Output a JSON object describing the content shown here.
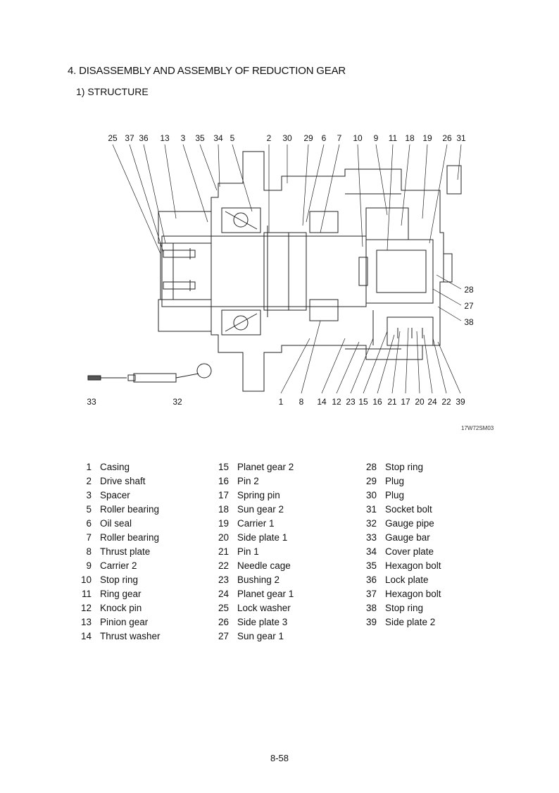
{
  "header": {
    "title": "4. DISASSEMBLY AND ASSEMBLY OF REDUCTION GEAR",
    "subtitle": "1) STRUCTURE"
  },
  "diagram": {
    "drawing_code": "17W72SM03",
    "top_callouts": [
      "25",
      "37",
      "36",
      "13",
      "3",
      "35",
      "34",
      "5",
      "2",
      "30",
      "29",
      "6",
      "7",
      "10",
      "9",
      "11",
      "18",
      "19",
      "26",
      "31"
    ],
    "right_callouts": [
      "28",
      "27",
      "38"
    ],
    "bottom_callouts": [
      "33",
      "32",
      "1",
      "8",
      "14",
      "12",
      "23",
      "15",
      "16",
      "21",
      "17",
      "20",
      "24",
      "22",
      "39"
    ]
  },
  "parts": {
    "col1": [
      {
        "num": "1",
        "name": "Casing"
      },
      {
        "num": "2",
        "name": "Drive shaft"
      },
      {
        "num": "3",
        "name": "Spacer"
      },
      {
        "num": "5",
        "name": "Roller bearing"
      },
      {
        "num": "6",
        "name": "Oil seal"
      },
      {
        "num": "7",
        "name": "Roller bearing"
      },
      {
        "num": "8",
        "name": "Thrust plate"
      },
      {
        "num": "9",
        "name": "Carrier 2"
      },
      {
        "num": "10",
        "name": "Stop ring"
      },
      {
        "num": "11",
        "name": "Ring gear"
      },
      {
        "num": "12",
        "name": "Knock pin"
      },
      {
        "num": "13",
        "name": "Pinion gear"
      },
      {
        "num": "14",
        "name": "Thrust washer"
      }
    ],
    "col2": [
      {
        "num": "15",
        "name": "Planet gear 2"
      },
      {
        "num": "16",
        "name": "Pin 2"
      },
      {
        "num": "17",
        "name": "Spring pin"
      },
      {
        "num": "18",
        "name": "Sun gear 2"
      },
      {
        "num": "19",
        "name": "Carrier 1"
      },
      {
        "num": "20",
        "name": "Side plate 1"
      },
      {
        "num": "21",
        "name": "Pin 1"
      },
      {
        "num": "22",
        "name": "Needle cage"
      },
      {
        "num": "23",
        "name": "Bushing 2"
      },
      {
        "num": "24",
        "name": "Planet gear 1"
      },
      {
        "num": "25",
        "name": "Lock washer"
      },
      {
        "num": "26",
        "name": "Side plate 3"
      },
      {
        "num": "27",
        "name": "Sun gear 1"
      }
    ],
    "col3": [
      {
        "num": "28",
        "name": "Stop ring"
      },
      {
        "num": "29",
        "name": "Plug"
      },
      {
        "num": "30",
        "name": "Plug"
      },
      {
        "num": "31",
        "name": "Socket bolt"
      },
      {
        "num": "32",
        "name": "Gauge pipe"
      },
      {
        "num": "33",
        "name": "Gauge bar"
      },
      {
        "num": "34",
        "name": "Cover plate"
      },
      {
        "num": "35",
        "name": "Hexagon bolt"
      },
      {
        "num": "36",
        "name": "Lock plate"
      },
      {
        "num": "37",
        "name": "Hexagon bolt"
      },
      {
        "num": "38",
        "name": "Stop ring"
      },
      {
        "num": "39",
        "name": "Side plate 2"
      }
    ]
  },
  "footer": {
    "page_number": "8-58"
  }
}
